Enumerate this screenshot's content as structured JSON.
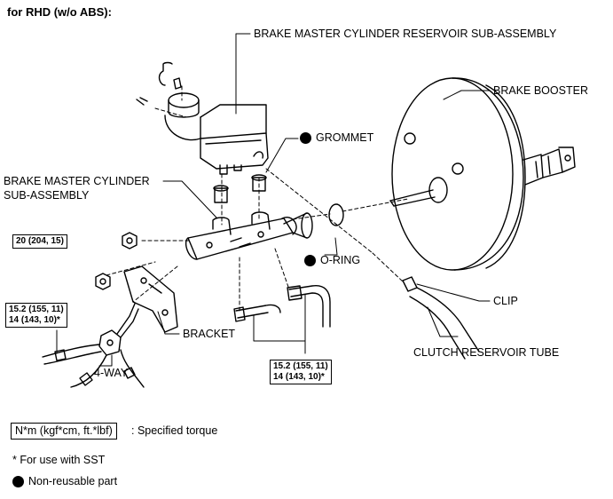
{
  "header": "for RHD (w/o ABS):",
  "labels": {
    "reservoir": "BRAKE MASTER CYLINDER RESERVOIR SUB-ASSEMBLY",
    "booster": "BRAKE BOOSTER",
    "grommet": "GROMMET",
    "master_cyl_1": "BRAKE MASTER CYLINDER",
    "master_cyl_2": "SUB-ASSEMBLY",
    "o_ring": "O-RING",
    "clip": "CLIP",
    "clutch_tube": "CLUTCH RESERVOIR TUBE",
    "bracket": "BRACKET",
    "four_way": "4-WAY"
  },
  "torques": {
    "nut": "20 (204, 15)",
    "left_1": "15.2 (155, 11)",
    "left_2": "14 (143, 10)*",
    "right_1": "15.2 (155, 11)",
    "right_2": "14 (143, 10)*"
  },
  "legend": {
    "torque_unit": "N*m (kgf*cm, ft.*lbf)",
    "torque_desc": ": Specified torque",
    "sst_note": "* For use with SST",
    "non_reusable": "Non-reusable part"
  }
}
